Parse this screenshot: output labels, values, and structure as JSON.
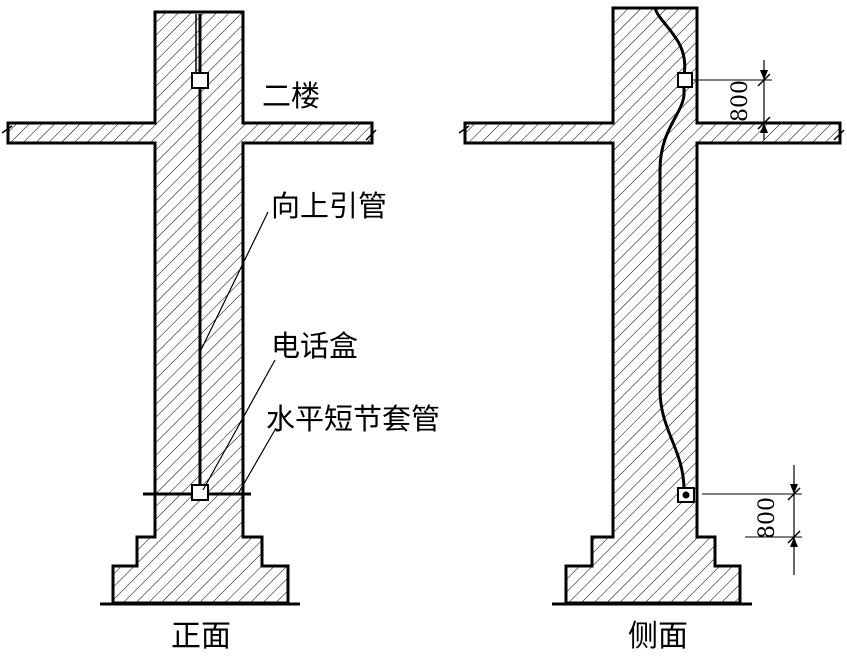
{
  "labels": {
    "floor": "二楼",
    "pipe_up": "向上引管",
    "phone_box": "电话盒",
    "sleeve": "水平短节套管"
  },
  "captions": {
    "front": "正面",
    "side": "侧面"
  },
  "dimensions": {
    "top": "800",
    "bottom": "800"
  },
  "colors": {
    "ink": "#000000",
    "hatch": "#000000",
    "paper": "#ffffff"
  }
}
